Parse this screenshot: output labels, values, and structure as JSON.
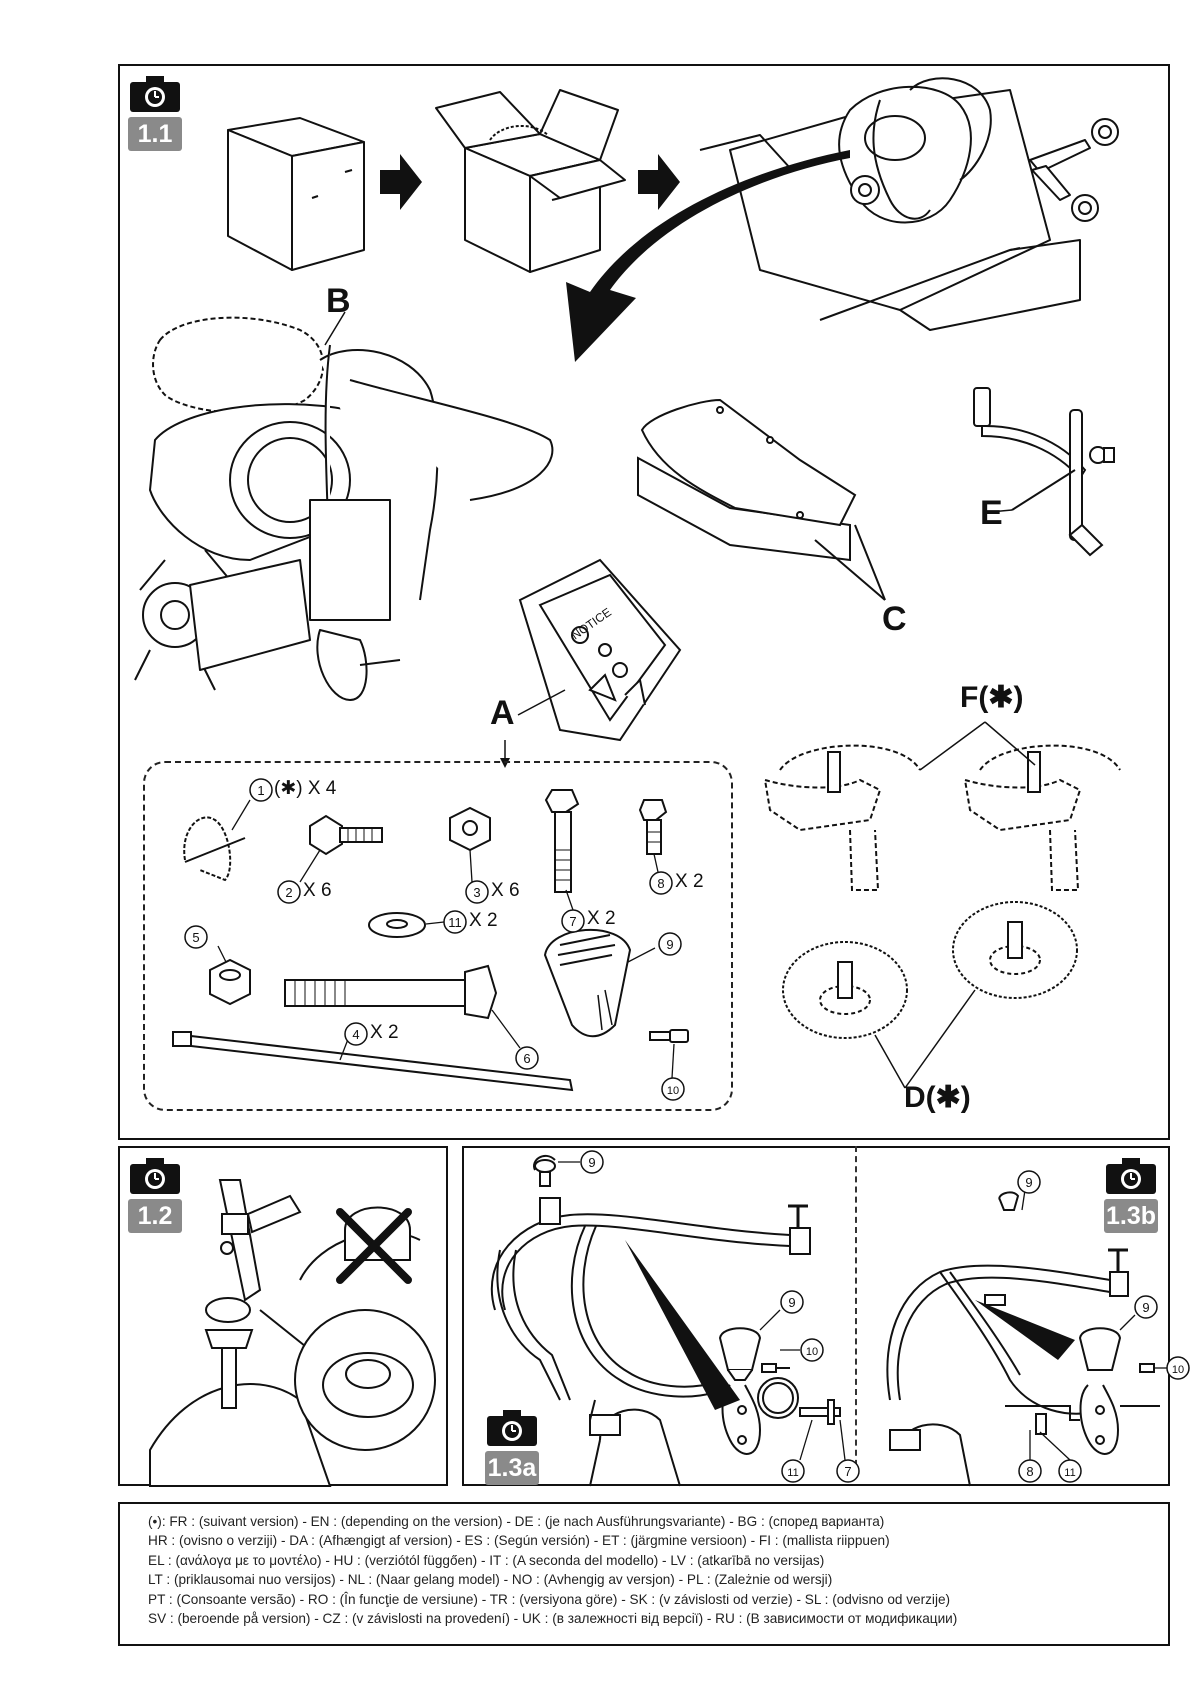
{
  "panels": {
    "p1_1": {
      "label": "1.1"
    },
    "p1_2": {
      "label": "1.2"
    },
    "p1_3a": {
      "label": "1.3a"
    },
    "p1_3b": {
      "label": "1.3b"
    }
  },
  "letters": {
    "A": "A",
    "B": "B",
    "C": "C",
    "E": "E",
    "F": "F(✱)",
    "D": "D(✱)"
  },
  "kit_labels": {
    "q1": "(✱) X 4",
    "q2": "X 6",
    "q3": "X 6",
    "q7": "X 2",
    "q8": "X 2",
    "q11": "X 2",
    "q4": "X 2"
  },
  "part_numbers": [
    "1",
    "2",
    "3",
    "4",
    "5",
    "6",
    "7",
    "8",
    "9",
    "10",
    "11"
  ],
  "legend_lines": [
    "(•): FR : (suivant version) - EN : (depending on the version) - DE : (je nach Ausführungsvariante) - BG : (според варианта)",
    "HR : (ovisno o verziji) - DA : (Afhængigt af version) - ES : (Según versión) - ET : (järgmine versioon) - FI : (mallista riippuen)",
    "EL : (ανάλογα με το μοντέλο) - HU : (verziótól függően) - IT : (A seconda del modello) - LV : (atkarībā no versijas)",
    "LT : (priklausomai nuo versijos) - NL : (Naar gelang model) - NO : (Avhengig av versjon) - PL : (Zależnie od wersji)",
    "PT : (Consoante versão) - RO : (În funcţie de versiune) - TR : (versiyona göre) - SK : (v závislosti od verzie) - SL : (odvisno od verzije)",
    "SV : (beroende på version) - CZ : (v závislosti na provedení) - UK : (в залежності від версії) - RU : (В зависимости от модификации)"
  ],
  "notice_text": "NOTICE"
}
